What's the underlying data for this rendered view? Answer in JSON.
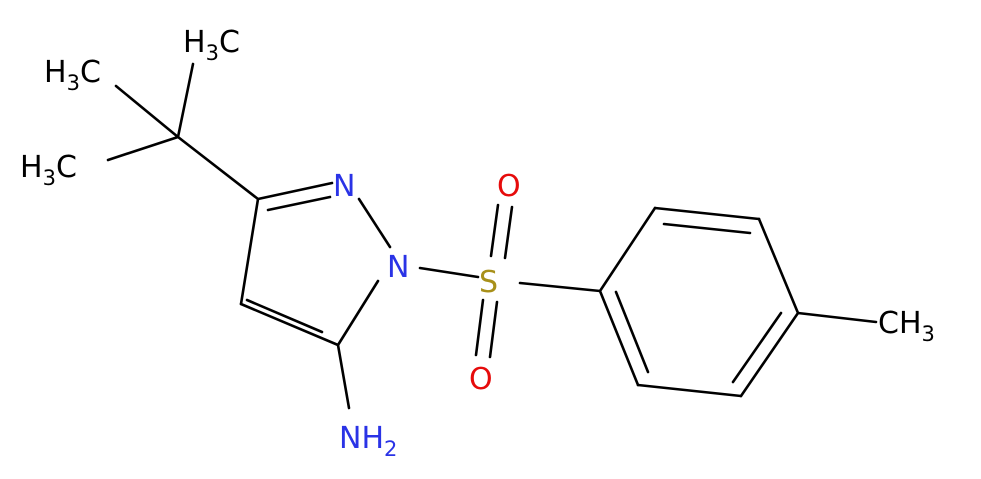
{
  "colors": {
    "bond": "#000000",
    "carbon": "#000000",
    "nitrogen": "#2a33e6",
    "oxygen": "#e60b0b",
    "sulfur": "#a8901a"
  },
  "atoms": {
    "ch3_top": {
      "main": "H",
      "sub": "3",
      "tail": "C"
    },
    "ch3_left_upper": {
      "main": "H",
      "sub": "3",
      "tail": "C"
    },
    "ch3_left_lower": {
      "main": "H",
      "sub": "3",
      "tail": "C"
    },
    "n_ring_top": "N",
    "n_ring_bottom": "N",
    "sulfur": "S",
    "o_top": "O",
    "o_bottom": "O",
    "ch3_right": {
      "main": "CH",
      "sub": "3"
    },
    "nh2": {
      "main": "NH",
      "sub": "2"
    }
  }
}
